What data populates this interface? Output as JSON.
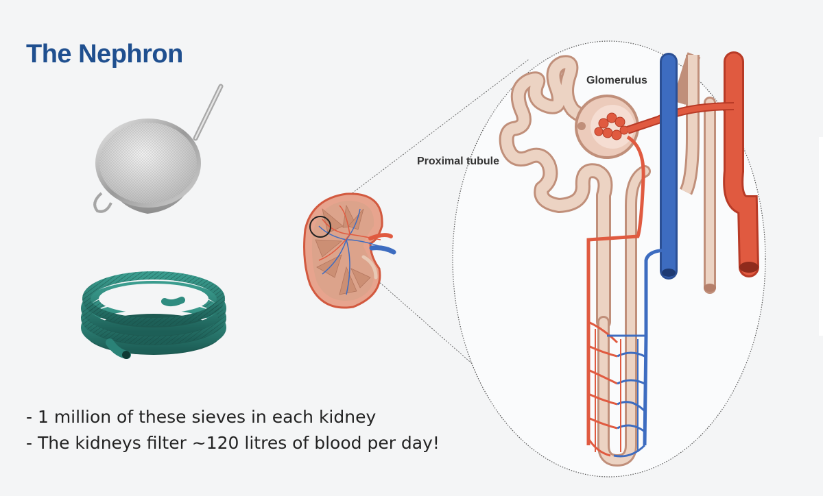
{
  "title": "The Nephron",
  "bullets": [
    "- 1 million of these sieves in each kidney",
    "- The kidneys filter ~120 litres of blood per day!"
  ],
  "diagram": {
    "labels": {
      "glomerulus": "Glomerulus",
      "proximal_tubule": "Proximal tubule"
    },
    "icons": [
      "sieve-icon",
      "garden-hose-icon",
      "kidney-illustration",
      "nephron-illustration"
    ],
    "colors": {
      "artery_red": "#e05a40",
      "vein_blue": "#3d6cc0",
      "tubule_beige": "#e8c8b4",
      "title_blue": "#1f4f8f"
    }
  }
}
